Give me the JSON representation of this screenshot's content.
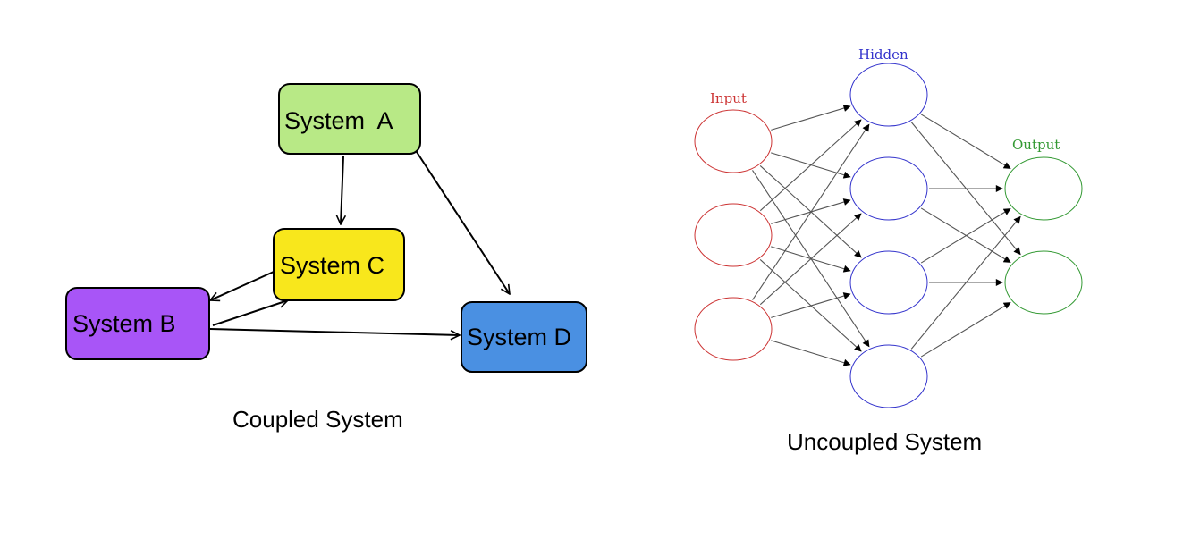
{
  "coupled": {
    "caption": "Coupled System",
    "nodes": [
      {
        "id": "A",
        "label": "System  A",
        "color": "#b8e986"
      },
      {
        "id": "C",
        "label": "System C",
        "color": "#f8e71c"
      },
      {
        "id": "B",
        "label": "System B",
        "color": "#a855f7"
      },
      {
        "id": "D",
        "label": "System D",
        "color": "#4a90e2"
      }
    ],
    "edges": [
      {
        "from": "A",
        "to": "C"
      },
      {
        "from": "A",
        "to": "D"
      },
      {
        "from": "C",
        "to": "B"
      },
      {
        "from": "B",
        "to": "C"
      },
      {
        "from": "B",
        "to": "D"
      }
    ]
  },
  "uncoupled": {
    "caption": "Uncoupled System",
    "layers": [
      {
        "name": "Input",
        "color": "#cc3333",
        "count": 3
      },
      {
        "name": "Hidden",
        "color": "#3333cc",
        "count": 4
      },
      {
        "name": "Output",
        "color": "#339933",
        "count": 2
      }
    ]
  }
}
